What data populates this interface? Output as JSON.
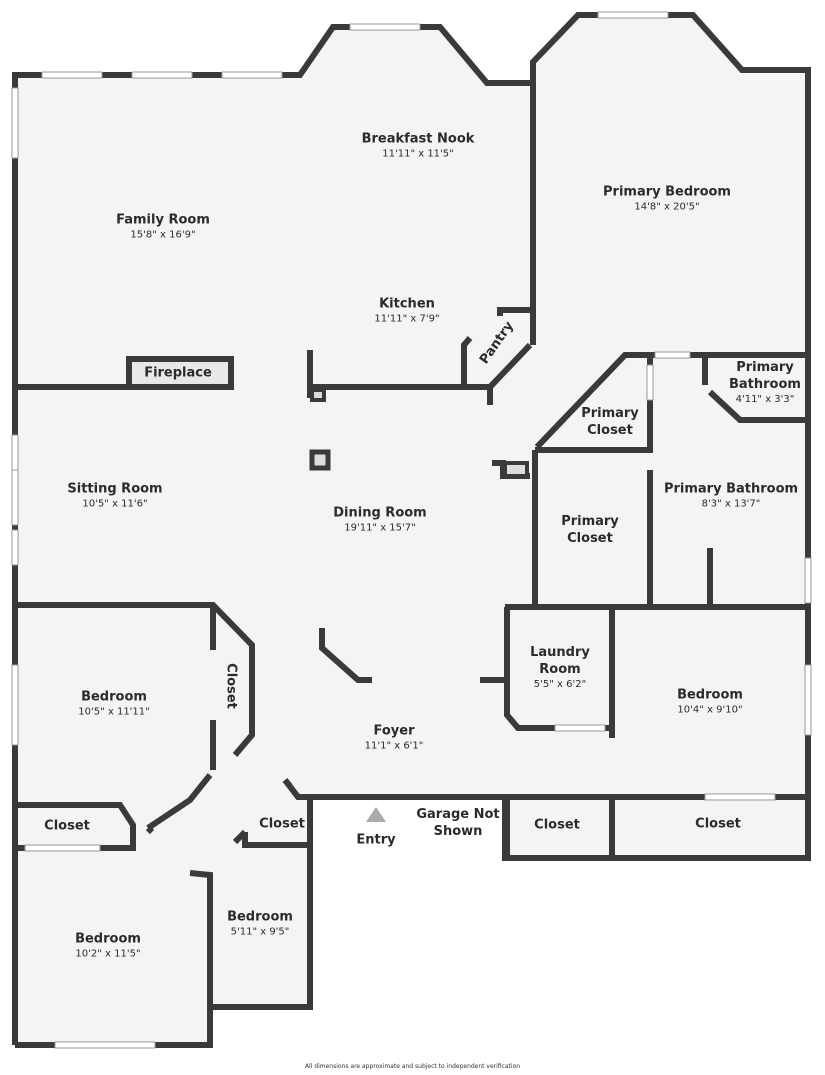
{
  "rooms": [
    {
      "name": "Breakfast Nook",
      "dims": "11'11\" x 11'5\""
    },
    {
      "name": "Family Room",
      "dims": "15'8\" x 16'9\""
    },
    {
      "name": "Primary Bedroom",
      "dims": "14'8\" x 20'5\""
    },
    {
      "name": "Kitchen",
      "dims": "11'11\" x 7'9\""
    },
    {
      "name": "Pantry"
    },
    {
      "name": "Fireplace"
    },
    {
      "name": "Primary Bathroom",
      "dims": "4'11\" x 3'3\""
    },
    {
      "name": "Primary Closet"
    },
    {
      "name": "Sitting Room",
      "dims": "10'5\" x 11'6\""
    },
    {
      "name": "Dining Room",
      "dims": "19'11\" x 15'7\""
    },
    {
      "name": "Primary Closet"
    },
    {
      "name": "Primary Bathroom",
      "dims": "8'3\" x 13'7\""
    },
    {
      "name": "Bedroom",
      "dims": "10'5\" x 11'11\""
    },
    {
      "name": "Closet"
    },
    {
      "name": "Laundry Room",
      "dims": "5'5\" x 6'2\""
    },
    {
      "name": "Bedroom",
      "dims": "10'4\" x 9'10\""
    },
    {
      "name": "Foyer",
      "dims": "11'1\" x 6'1\""
    },
    {
      "name": "Closet"
    },
    {
      "name": "Closet"
    },
    {
      "name": "Entry"
    },
    {
      "name": "Garage Not Shown"
    },
    {
      "name": "Closet"
    },
    {
      "name": "Closet"
    },
    {
      "name": "Bedroom",
      "dims": "5'11\" x 9'5\""
    },
    {
      "name": "Bedroom",
      "dims": "10'2\" x 11'5\""
    }
  ],
  "footer": "All dimensions are approximate and subject to independent verification",
  "colors": {
    "wall": "#3a3a3a",
    "floor": "#f4f4f4",
    "entry_marker": "#aaaaaa"
  }
}
